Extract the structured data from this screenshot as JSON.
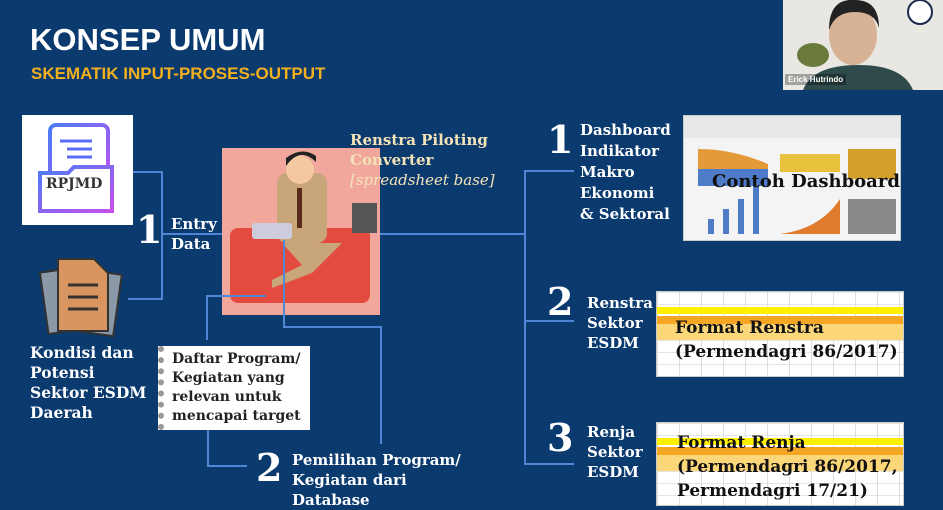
{
  "slide": {
    "title": "KONSEP UMUM",
    "subtitle": "SKEMATIK INPUT-PROSES-OUTPUT",
    "rpjmd_label": "RPJMD",
    "kondisi": [
      "Kondisi dan",
      "Potensi",
      "Sektor ESDM",
      "Daerah"
    ],
    "entry_num": "1",
    "entry": [
      "Entry",
      "Data"
    ],
    "converter": [
      "Renstra Piloting",
      "Converter"
    ],
    "converter_note": "[spreadsheet base]",
    "daftar": [
      "Daftar Program/",
      "Kegiatan yang",
      "relevan untuk",
      "mencapai target"
    ],
    "pemilihan_num": "2",
    "pemilihan": [
      "Pemilihan Program/",
      "Kegiatan dari",
      "Database"
    ],
    "outputs": [
      {
        "num": "1",
        "label": [
          "Dashboard",
          "Indikator",
          "Makro",
          "Ekonomi",
          "& Sektoral"
        ],
        "overlay": [
          "Contoh Dashboard"
        ]
      },
      {
        "num": "2",
        "label": [
          "Renstra",
          "Sektor",
          "ESDM"
        ],
        "overlay": [
          "Format Renstra",
          "(Permendagri 86/2017)"
        ]
      },
      {
        "num": "3",
        "label": [
          "Renja",
          "Sektor",
          "ESDM"
        ],
        "overlay": [
          "Format Renja",
          "(Permendagri 86/2017,",
          "Permendagri 17/21)"
        ]
      }
    ]
  },
  "webcam": {
    "participant_name": "Erick Hutrindo"
  },
  "colors": {
    "background": "#0b3a6f",
    "accent": "#f2b01e",
    "line": "#4f86d6"
  }
}
